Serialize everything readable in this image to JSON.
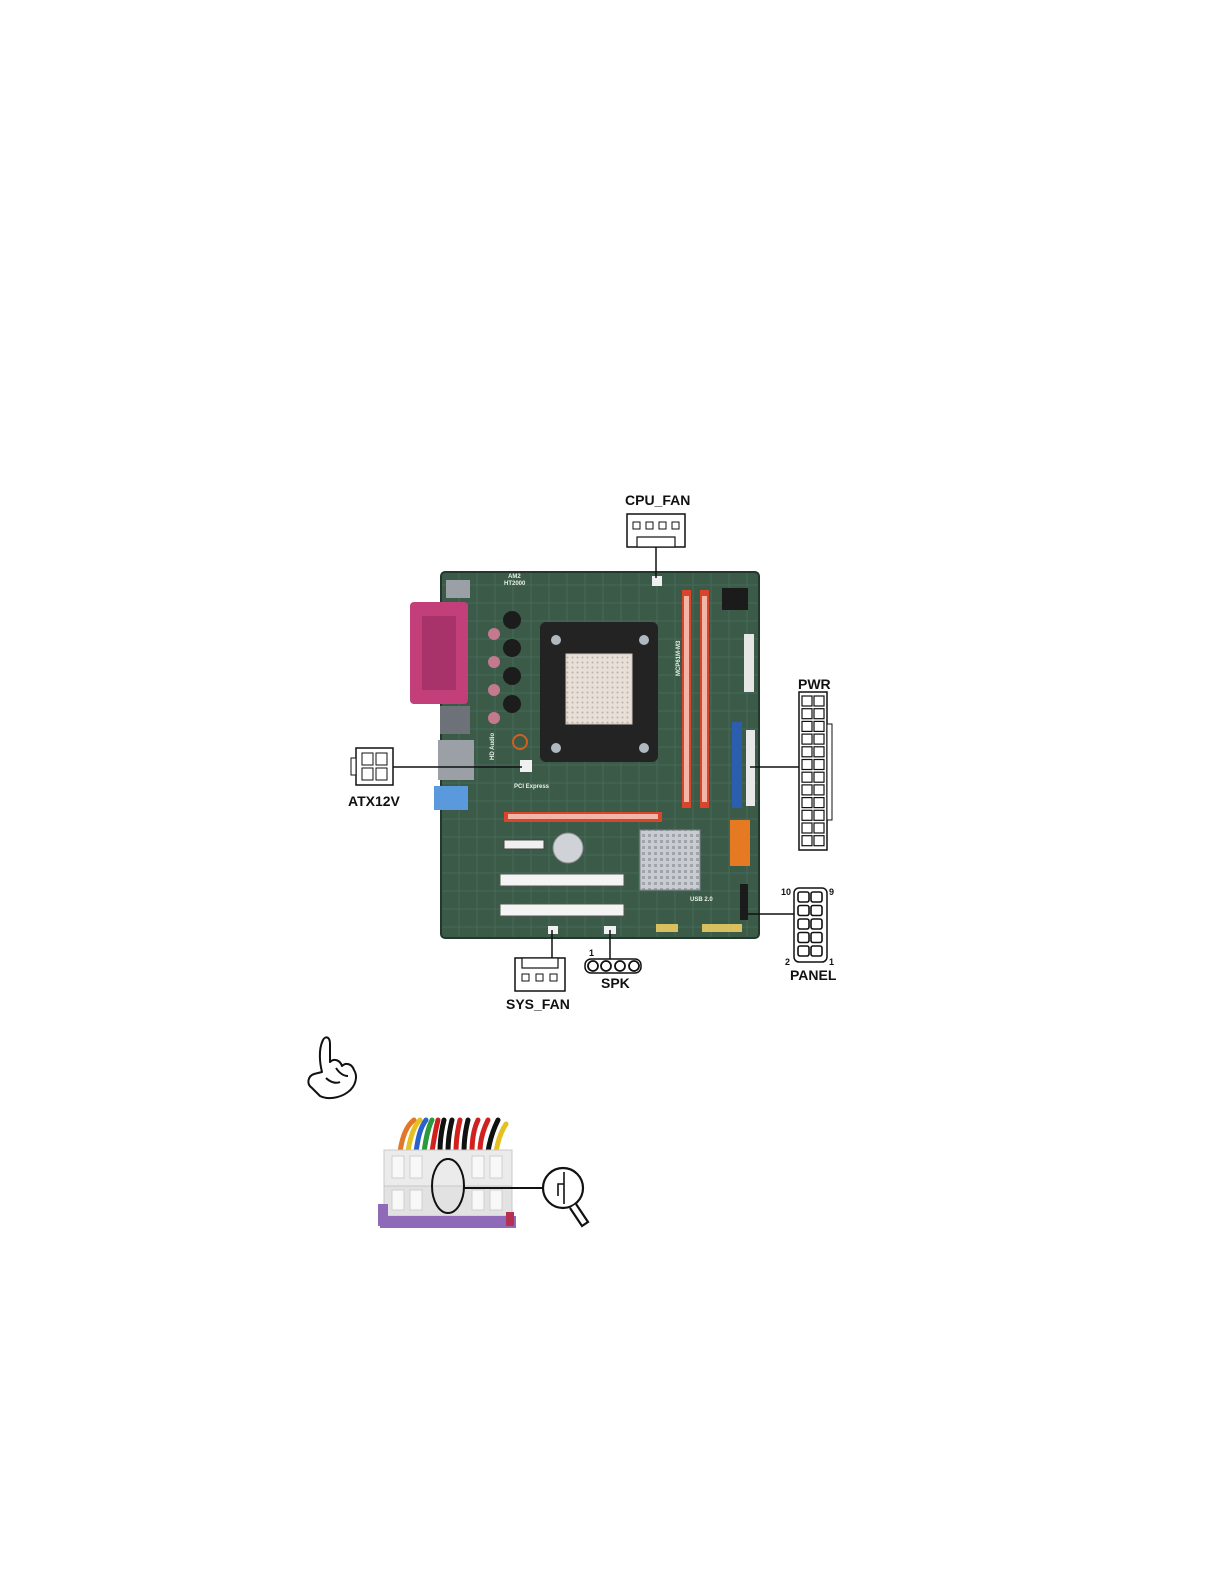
{
  "labels": {
    "cpu_fan": "CPU_FAN",
    "pwr": "PWR",
    "atx12v": "ATX12V",
    "sys_fan": "SYS_FAN",
    "spk": "SPK",
    "panel": "PANEL"
  },
  "pin_numbers": {
    "panel_top_left": "10",
    "panel_top_right": "9",
    "panel_bottom_left": "2",
    "panel_bottom_right": "1",
    "spk_first": "1"
  },
  "board_text": {
    "socket": "AM2",
    "ht": "HT2000",
    "audio": "HD Audio",
    "pci_express": "PCI Express",
    "model": "MCP61M-M3",
    "usb": "USB 2.0"
  },
  "icons": [
    "pointing-hand-icon",
    "magnifier-icon"
  ],
  "colors": {
    "pcb": "#3b5a48",
    "dimm_red": "#d8452a",
    "ide_blue": "#2c5eb0",
    "sata_orange": "#e67a22",
    "parallel_port": "#c23f7a",
    "connector_purple": "#8e6ab8"
  }
}
